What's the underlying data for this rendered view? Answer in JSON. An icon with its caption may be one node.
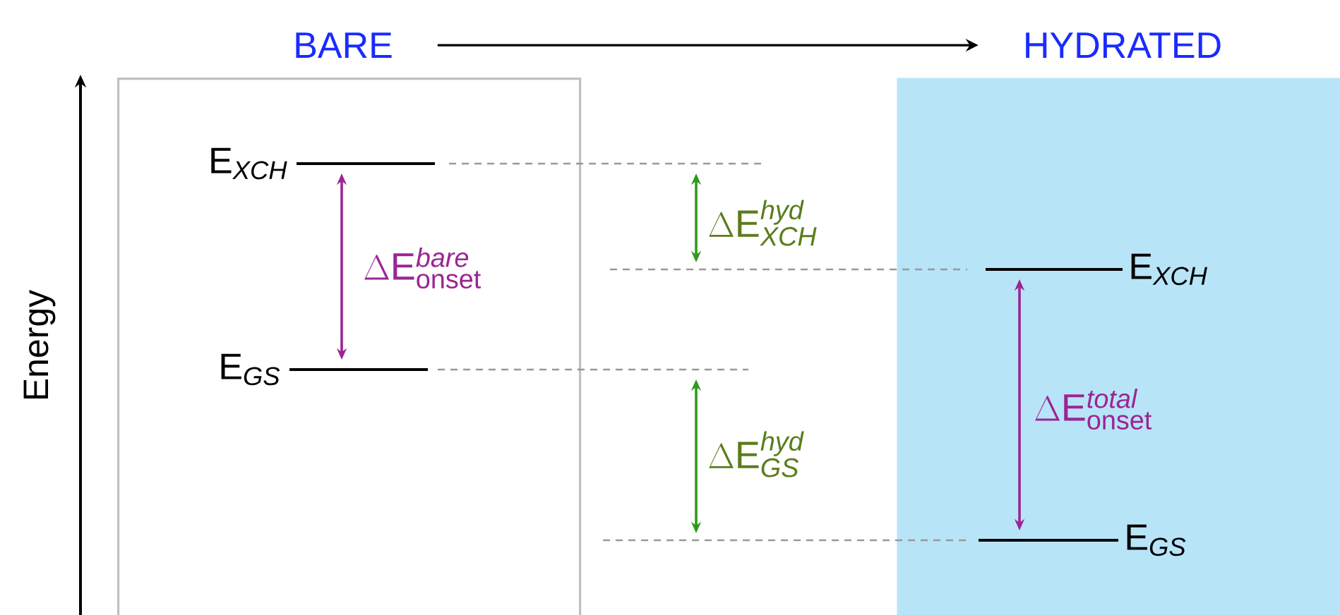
{
  "diagram": {
    "nodes": [
      {
        "text": [
          "BARE"
        ]
      },
      {
        "text": [
          "HYDRATED"
        ]
      },
      {
        "text": [
          "\\mathrm{E}_{\\mathit{XCH}}"
        ],
        "in": 0
      },
      {
        "text": [
          "\\mathrm{E}_{\\mathit{GS}}"
        ],
        "in": 0
      },
      {
        "text": [
          "\\mathrm{E}_{\\mathit{XCH}}"
        ],
        "in": 1
      },
      {
        "text": [
          "\\mathrm{E}_{\\mathit{GS}}"
        ],
        "in": 1
      }
    ],
    "edges": [
      {
        "from": 0,
        "to": 1,
        "arrow": "to",
        "color": "#000000"
      },
      {
        "from": 2,
        "to": 3,
        "arrow": "both",
        "color": "#9b2594",
        "label": "\\Delta\\mathrm{E}^{\\mathit{bare}}_{\\mathrm{onset}}"
      },
      {
        "from": 4,
        "to": 5,
        "arrow": "both",
        "color": "#9b2594",
        "label": "\\Delta\\mathrm{E}^{\\mathit{total}}_{\\mathrm{onset}}"
      }
    ],
    "labels": [
      "Energy",
      "\\Delta\\mathrm{E}^{\\mathit{hyd}}_{\\mathit{XCH}}",
      "\\Delta\\mathrm{E}^{\\mathit{hyd}}_{\\mathit{GS}}"
    ]
  }
}
